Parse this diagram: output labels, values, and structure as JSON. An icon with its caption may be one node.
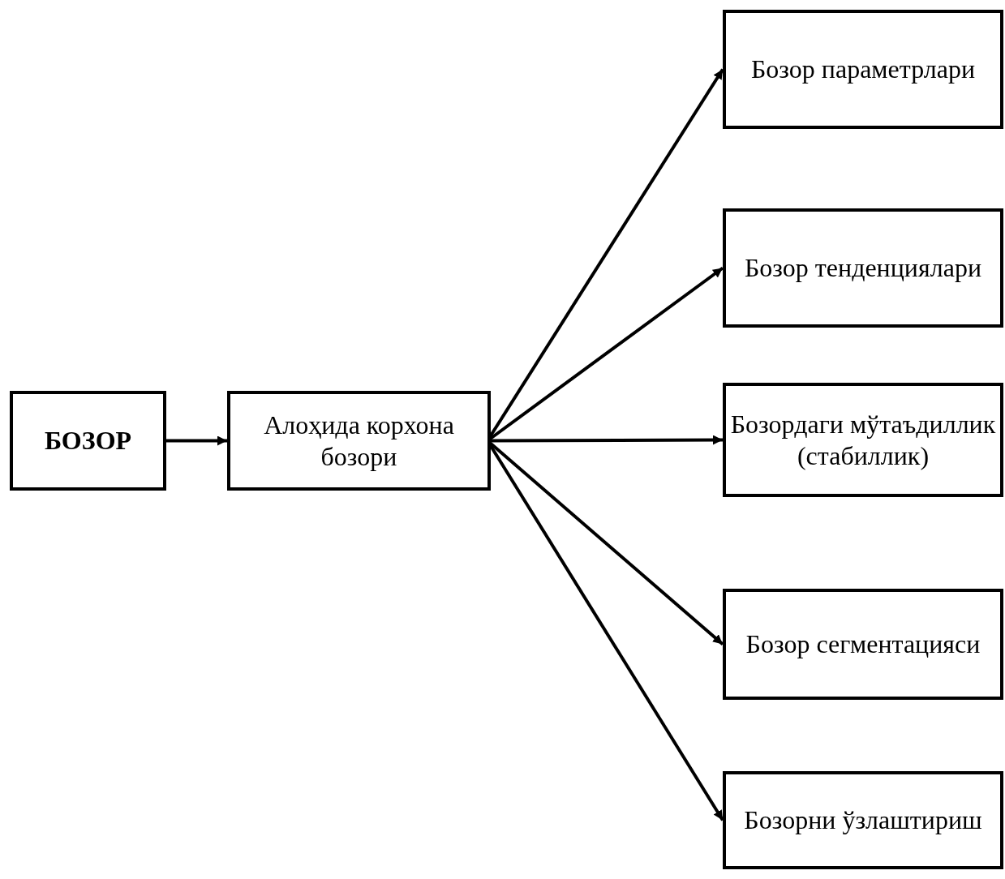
{
  "diagram": {
    "nodes": [
      {
        "text": [
          "БОЗОР"
        ]
      },
      {
        "text": [
          "Алоҳида корхона бозори"
        ]
      },
      {
        "text": [
          "Бозор параметрлари"
        ]
      },
      {
        "text": [
          "Бозор тенденциялари"
        ]
      },
      {
        "text": [
          "Бозордаги мўтаъдиллик (стабиллик)"
        ]
      },
      {
        "text": [
          "Бозор сегментацияси"
        ]
      },
      {
        "text": [
          "Бозорни ўзлаштириш"
        ]
      }
    ],
    "edges": [
      {
        "from": 0,
        "to": 1,
        "arrow": "to"
      },
      {
        "from": 1,
        "to": 2,
        "arrow": "to"
      },
      {
        "from": 1,
        "to": 3,
        "arrow": "to"
      },
      {
        "from": 1,
        "to": 4,
        "arrow": "to"
      },
      {
        "from": 1,
        "to": 5,
        "arrow": "to"
      },
      {
        "from": 1,
        "to": 6,
        "arrow": "to"
      }
    ]
  }
}
